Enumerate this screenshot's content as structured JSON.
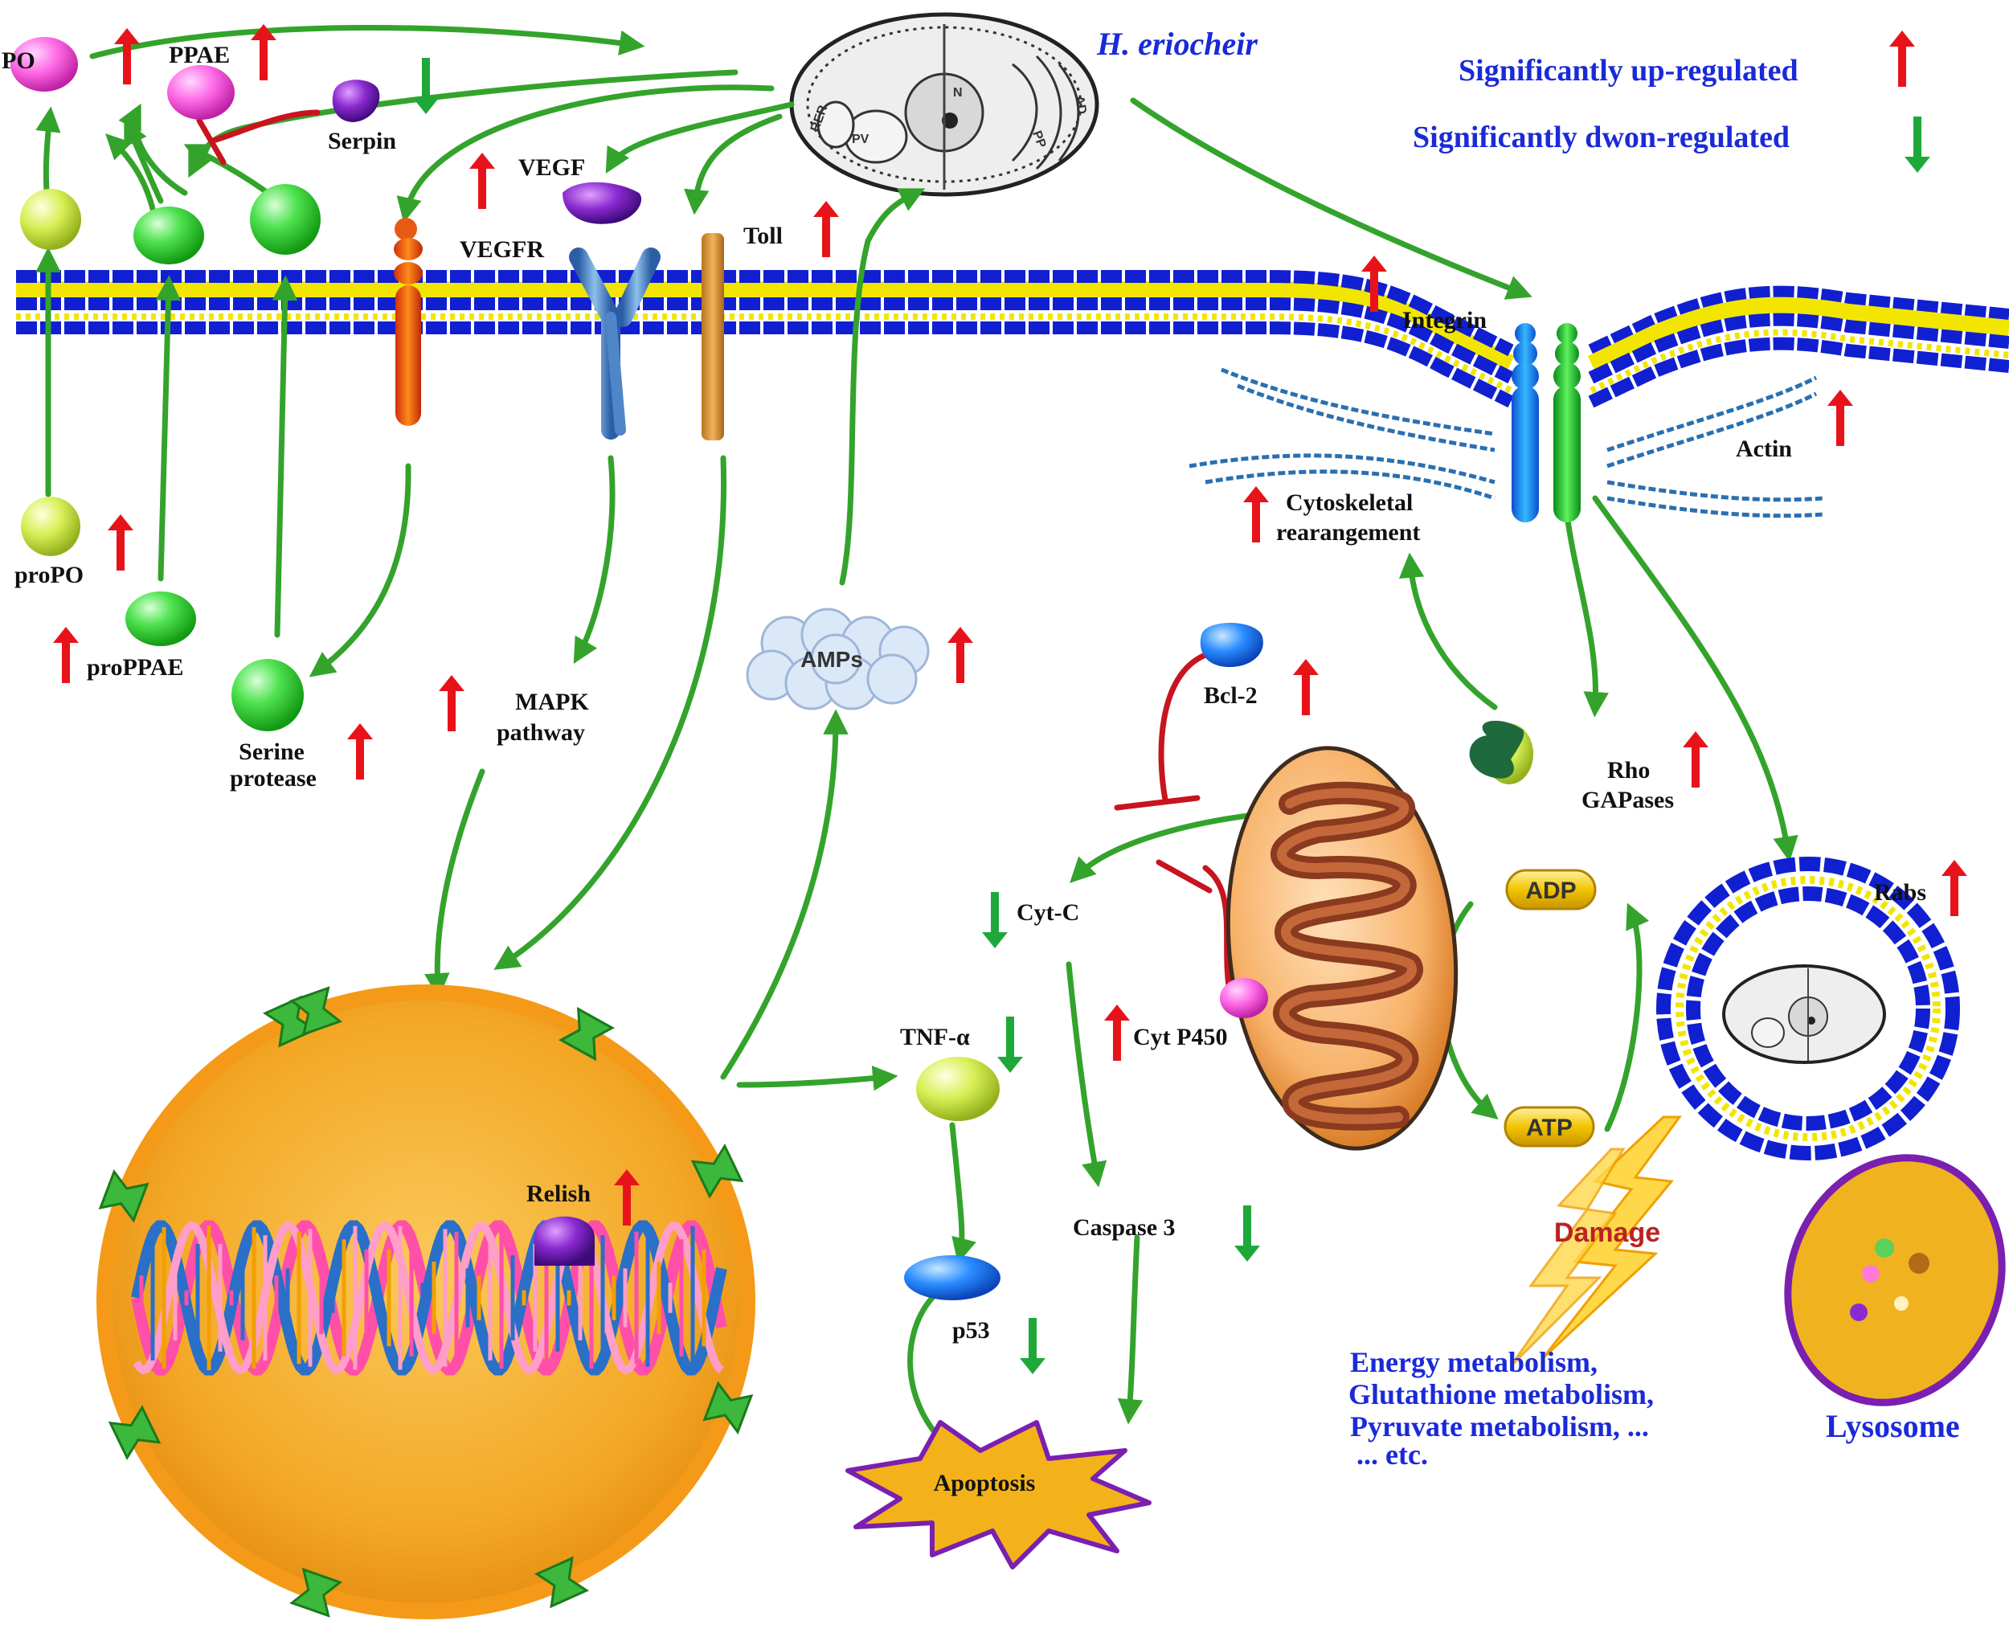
{
  "labels": {
    "po": "PO",
    "ppae": "PPAE",
    "serpin": "Serpin",
    "vegf": "VEGF",
    "vegfr": "VEGFR",
    "toll": "Toll",
    "pathogen": "H. eriocheir",
    "integrin": "Integrin",
    "actin": "Actin",
    "cytoskeletal_1": "Cytoskeletal",
    "cytoskeletal_2": "rearangement",
    "propo": "proPO",
    "proppae": "proPPAE",
    "serine_1": "Serine",
    "serine_2": "protease",
    "mapk_1": "MAPK",
    "mapk_2": "pathway",
    "amps": "AMPs",
    "bcl2": "Bcl-2",
    "rho_1": "Rho",
    "rho_2": "GAPases",
    "rabs": "Rabs",
    "adp": "ADP",
    "atp": "ATP",
    "cytc": "Cyt-C",
    "cytp450": "Cyt P450",
    "tnf": "TNF-α",
    "caspase3": "Caspase 3",
    "p53": "p53",
    "apoptosis": "Apoptosis",
    "relish": "Relish",
    "damage": "Damage",
    "lysosome": "Lysosome"
  },
  "metabolism": [
    "Energy metabolism,",
    "Glutathione metabolism,",
    "Pyruvate metabolism, ...",
    "... etc."
  ],
  "legend": {
    "up": "Significantly up-regulated",
    "down": "Significantly dwon-regulated"
  },
  "parasite_organelles": [
    "RER",
    "PV",
    "N",
    "AD",
    "PP"
  ],
  "colors": {
    "activation_arrow": "#34a32c",
    "inhibition": "#c8141e",
    "up_arrow": "#e8131a",
    "down_arrow": "#1fa83a",
    "legend_text": "#1a2ad8",
    "membrane_head": "#1020d0",
    "membrane_tail": "#f2e600",
    "nucleus": "#f3a826",
    "mitochondrion": "#f7b26a",
    "apoptosis_fill": "#f4b21a",
    "apoptosis_border": "#7a1fb0"
  }
}
